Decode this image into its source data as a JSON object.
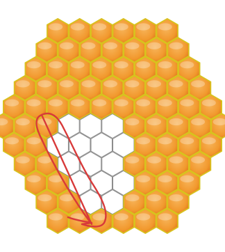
{
  "game": {
    "board_shape": "hexagon",
    "rings": 5,
    "colors": {
      "filled": "#f2992e",
      "filled_light": "#f7b45a",
      "filled_dark": "#e07a1c",
      "border": "#d8c21e",
      "empty": "#ffffff",
      "empty_border": "#8a8a8a",
      "annotation": "#d83a3a"
    },
    "empty_cells": [
      [
        -2,
        0
      ],
      [
        -1,
        0
      ],
      [
        0,
        0
      ],
      [
        -3,
        1
      ],
      [
        -2,
        1
      ],
      [
        -1,
        1
      ],
      [
        0,
        1
      ],
      [
        -3,
        2
      ],
      [
        -2,
        2
      ],
      [
        -1,
        2
      ],
      [
        -3,
        3
      ],
      [
        -2,
        3
      ],
      [
        -1,
        3
      ],
      [
        -3,
        4
      ],
      [
        -2,
        4
      ]
    ],
    "annotation": {
      "type": "freehand-loop",
      "color": "#d83a3a"
    }
  }
}
